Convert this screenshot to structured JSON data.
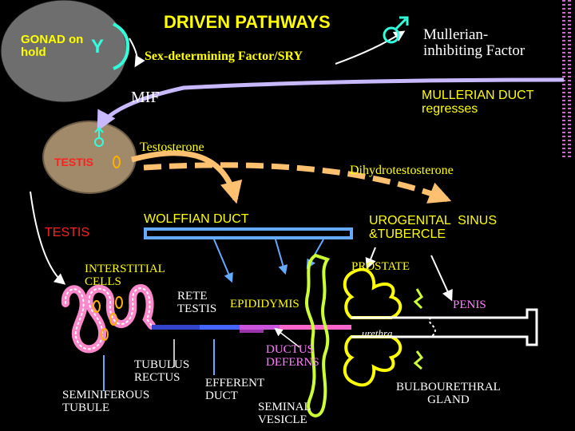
{
  "title": "DRIVEN PATHWAYS",
  "gonad_label": "GONAD on\nhold",
  "y_symbol": "Y",
  "sry_label": "Sex-determining Factor/SRY",
  "mis_label": "Mullerian-\ninhibiting Factor",
  "mif_label": "MIF",
  "mullerian_regress_label": "MULLERIAN DUCT\nregresses",
  "testosterone_label": "Testosterone",
  "testis_label_1": "TESTIS",
  "dht_label": "Dihydrotestosterone",
  "wolffian_label": "WOLFFIAN DUCT",
  "urogenital_label": "UROGENITAL  SINUS\n&TUBERCLE",
  "testis_label_2": "TESTIS",
  "interstitial_label": "INTERSTITIAL\nCELLS",
  "prostate_label": "PROSTATE",
  "rete_label": "RETE\nTESTIS",
  "epididymis_label": "EPIDIDYMIS",
  "penis_label": "PENIS",
  "urethra_label": "urethra",
  "ductus_label": "DUCTUS\nDEFERNS",
  "tubulus_label": "TUBULUS\nRECTUS",
  "efferent_label": "EFFERENT\nDUCT",
  "seminiferous_label": "SEMINIFEROUS\nTUBULE",
  "seminal_label": "SEMINAL\nVESICLE",
  "bulbo_label": "BULBOURETHRAL\nGLAND",
  "colors": {
    "background": "#000000",
    "yellow_text": "#ffff00",
    "red_text": "#ff2020",
    "pink_text": "#ff80ff",
    "gonad_fill": "#6e6e6e",
    "testis_fill": "#a08a6a",
    "cyan_symbol": "#33ffdd",
    "orange_symbol": "#ffb000",
    "wolffian_blue": "#66aaff",
    "mif_arrow": "#c8b8ff",
    "testosterone_arrow": "#ffc070",
    "green_organ": "#ccff33",
    "seminiferous_pink": "#ff88cc",
    "edge_dots": "#cc66cc"
  }
}
